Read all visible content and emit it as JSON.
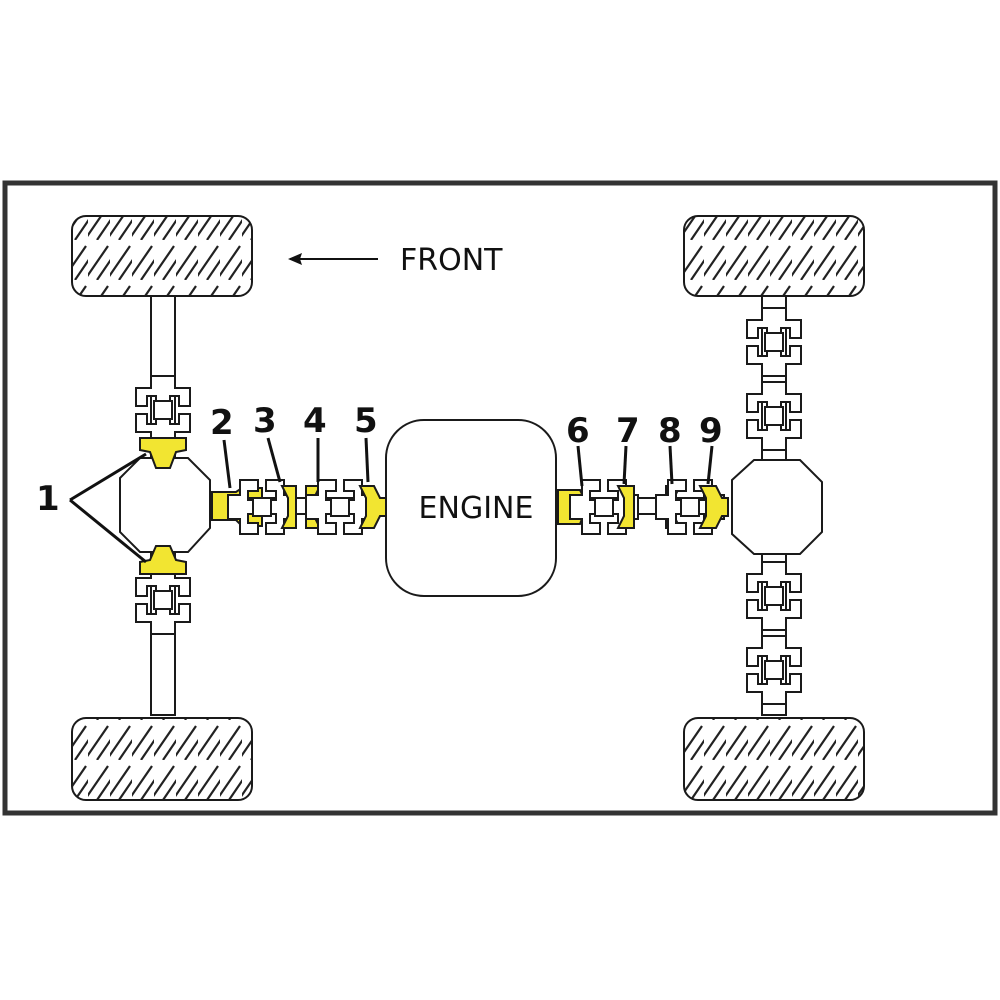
{
  "front_label": "FRONT",
  "engine_label": "ENGINE",
  "labels": [
    "1",
    "2",
    "3",
    "4",
    "5",
    "6",
    "7",
    "8",
    "9"
  ],
  "colors": {
    "highlight": "#f2e531",
    "outline": "#1a1a1a",
    "frame": "#333333",
    "background": "#ffffff",
    "fill": "#ffffff"
  }
}
